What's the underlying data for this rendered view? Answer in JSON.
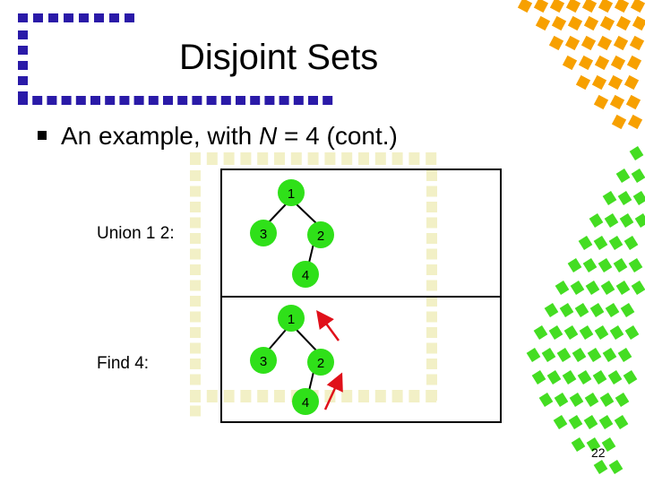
{
  "slide": {
    "title": "Disjoint Sets",
    "bullet": {
      "prefix": "An example, with ",
      "variable": "N",
      "suffix": " = 4 (cont.)"
    },
    "page_number": "22"
  },
  "panels": [
    {
      "label": "Union 1 2:",
      "nodes": {
        "root": "1",
        "left": "3",
        "right": "2",
        "grandchild": "4"
      }
    },
    {
      "label": "Find 4:",
      "nodes": {
        "root": "1",
        "left": "3",
        "right": "2",
        "grandchild": "4"
      }
    }
  ],
  "colors": {
    "navy_squares": "#2a1aa8",
    "orange_squares": "#f7a000",
    "green_squares": "#44dd22",
    "pale_squares": "#f2f0c6",
    "node_fill": "#2fe019",
    "arrow": "#e0101a"
  }
}
